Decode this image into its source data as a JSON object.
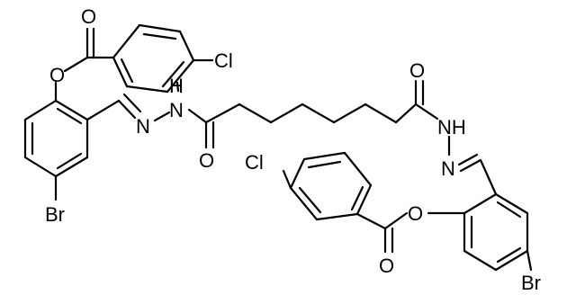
{
  "atoms": {
    "o_ester_top_carbonyl": "O",
    "cl_top": "Cl",
    "o_ester_top_link": "O",
    "nh_left": "H",
    "n_left_amide": "N",
    "n_left_imine": "N",
    "o_amide_left": "O",
    "o_amide_right": "O",
    "nh_right": "NH",
    "n_right_imine": "N",
    "cl_bottom": "Cl",
    "o_ester_bottom_link": "O",
    "o_ester_bottom_carbonyl": "O",
    "br_left": "Br",
    "br_right": "Br"
  },
  "colors": {
    "bond": "#000000",
    "text": "#000000",
    "background": "#ffffff"
  }
}
